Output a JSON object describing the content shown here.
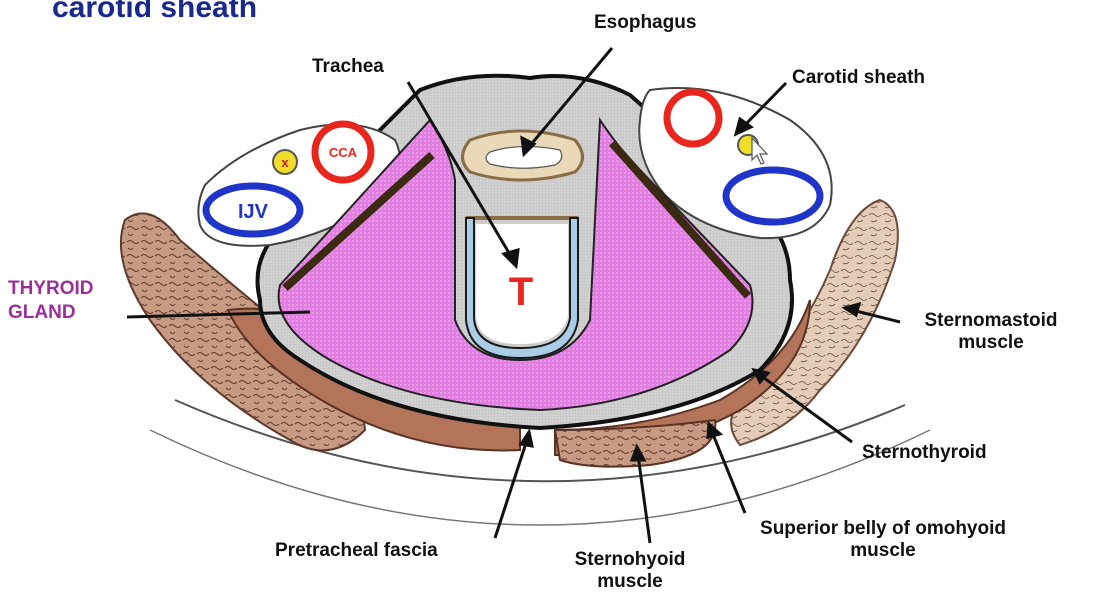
{
  "title": "carotid sheath",
  "labels": {
    "esophagus": "Esophagus",
    "trachea": "Trachea",
    "carotid_sheath": "Carotid sheath",
    "thyroid_line1": "THYROID",
    "thyroid_line2": "GLAND",
    "sternomastoid_line1": "Sternomastoid",
    "sternomastoid_line2": "muscle",
    "sternothyroid": "Sternothyroid",
    "omohyoid_line1": "Superior belly of omohyoid",
    "omohyoid_line2": "muscle",
    "sternohyoid_line1": "Sternohyoid",
    "sternohyoid_line2": "muscle",
    "pretracheal": "Pretracheal fascia",
    "cca": "CCA",
    "x": "x",
    "ijv": "IJV",
    "t": "T"
  },
  "colors": {
    "title": "#1a2a8c",
    "thyroid_label": "#9a2f9a",
    "thyroid": "#e07ee0",
    "artery": "#e8261d",
    "vein": "#1f35c9",
    "nerve": "#f2dc2b",
    "muscle": "#b07a5e",
    "fascia_gray": "#c8c8c8",
    "trachea_ring": "#a9cde6"
  },
  "icons": [
    "cursor-icon"
  ]
}
